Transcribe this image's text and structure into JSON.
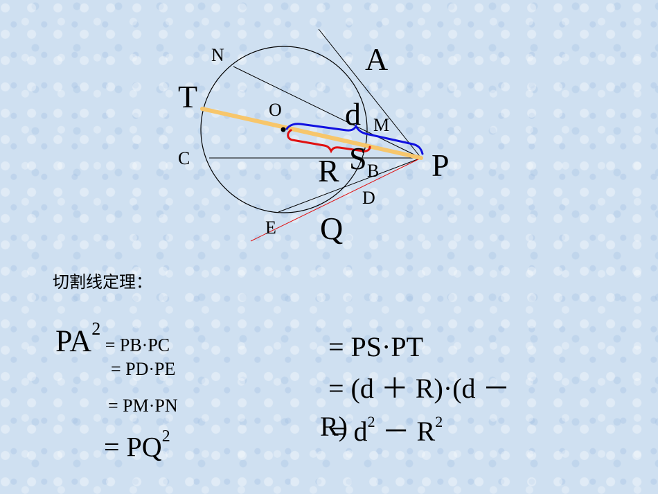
{
  "figure": {
    "labels": {
      "N": "N",
      "A": "A",
      "T": "T",
      "O": "O",
      "d": "d",
      "M": "M",
      "C": "C",
      "S": "S",
      "B": "B",
      "R": "R",
      "P": "P",
      "D": "D",
      "E": "E",
      "Q": "Q"
    },
    "colors": {
      "circle": "#000000",
      "secant_PT": "#f7c66b",
      "brace_d": "#1010e0",
      "brace_R": "#e01010",
      "tangent_PQ": "#e01010"
    }
  },
  "theorem_title": "切割线定理：",
  "left_eqs": {
    "line1_base": "PA",
    "line1_sup": "2",
    "line1_rest": " = PB·PC",
    "line2": "= PD·PE",
    "line3": "= PM·PN",
    "line4_base": "= PQ",
    "line4_sup": "2"
  },
  "right_eqs": {
    "line1": "= PS·PT",
    "line2": "= (d ＋ R)·(d －",
    "line3_overlap": "R)",
    "line4_a": "= d",
    "line4_sup1": "2",
    "line4_b": " － R",
    "line4_sup2": "2"
  }
}
